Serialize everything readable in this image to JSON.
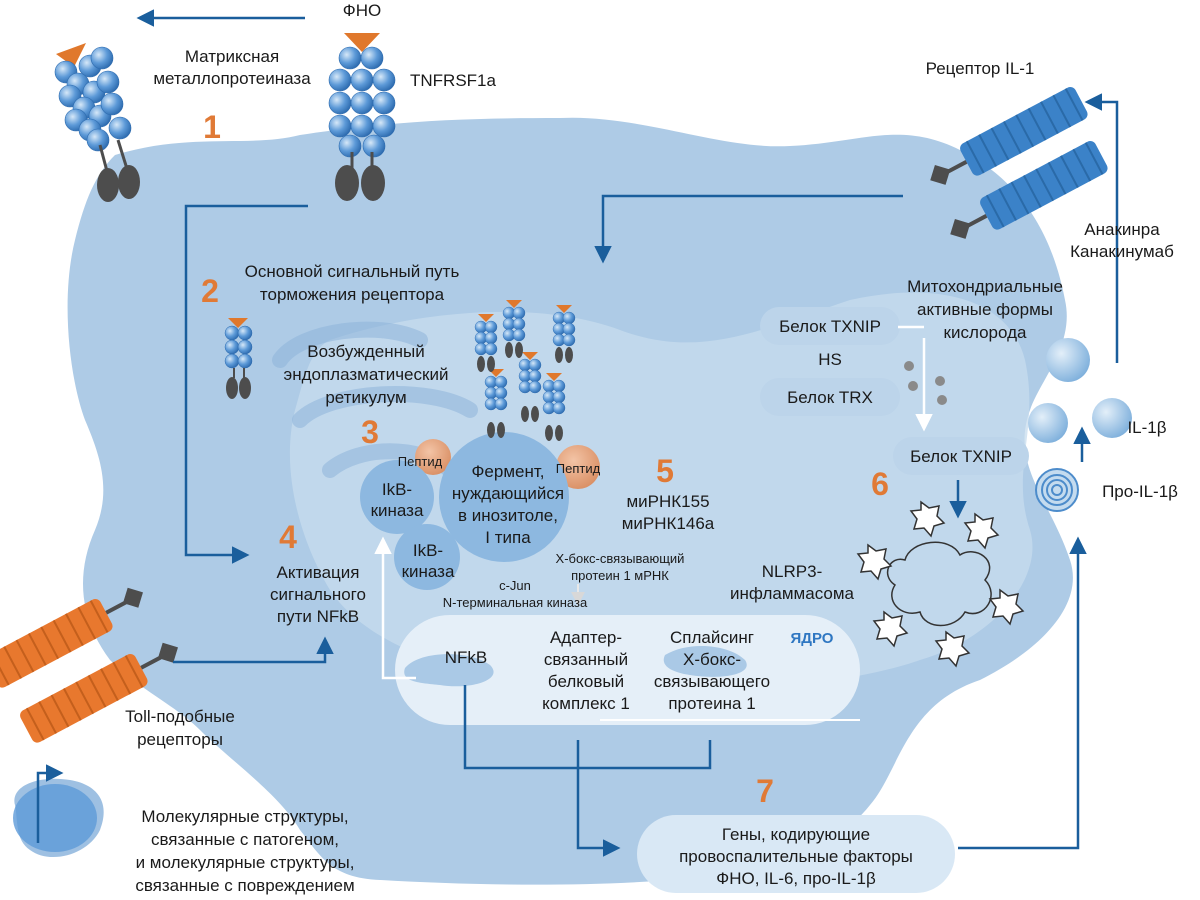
{
  "colors": {
    "cell_body": "#aecbe6",
    "cell_light": "#c7dcee",
    "nucleus": "#e5eff8",
    "pill": "#bcd4ea",
    "arrow": "#1a5e9c",
    "receptor_blue": "#3b82c8",
    "receptor_orange": "#e8782e",
    "ligand": "#e0782c",
    "stalk": "#4d4d4d",
    "peptide": "#e3a07a",
    "step_number": "#e07a36",
    "nucleus_label": "#2f77c2"
  },
  "labels": {
    "fno": "ФНО",
    "mmp_line1": "Матриксная",
    "mmp_line2": "металлопротеиназа",
    "tnfrsf1a": "TNFRSF1a",
    "il1_receptor": "Рецептор IL-1",
    "anakinra": "Анакинра",
    "canakinumab": "Канакинумаб",
    "main_path_line1": "Основной сигнальный путь",
    "main_path_line2": "торможения рецептора",
    "er_line1": "Возбужденный",
    "er_line2": "эндоплазматический",
    "er_line3": "ретикулум",
    "mito_line1": "Митохондриальные",
    "mito_line2": "активные формы",
    "mito_line3": "кислорода",
    "txnip_top": "Белок TXNIP",
    "hs": "HS",
    "trx": "Белок TRX",
    "txnip_bottom": "Белок TXNIP",
    "il1b": "IL-1β",
    "pro_il1b": "Про-IL-1β",
    "peptide_left": "Пептид",
    "peptide_right": "Пептид",
    "ikb_a_line1": "IkB-",
    "ikb_a_line2": "киназа",
    "ikb_b_line1": "IkB-",
    "ikb_b_line2": "киназа",
    "enzyme_line1": "Фермент,",
    "enzyme_line2": "нуждающийся",
    "enzyme_line3": "в инозитоле,",
    "enzyme_line4": "I типа",
    "mirna_line1": "миРНК155",
    "mirna_line2": "миРНК146а",
    "xbox_mrna_line1": "Х-бокс-связывающий",
    "xbox_mrna_line2": "протеин 1 мРНК",
    "jnk_line1": "c-Jun",
    "jnk_line2": "N-терминальная киназа",
    "nfkb_act_line1": "Активация",
    "nfkb_act_line2": "сигнального",
    "nfkb_act_line3": "пути NFkB",
    "nlrp3_line1": "NLRP3-",
    "nlrp3_line2": "инфламмасома",
    "nfkb": "NFkB",
    "adapter_line1": "Адаптер-",
    "adapter_line2": "связанный",
    "adapter_line3": "белковый",
    "adapter_line4": "комплекс 1",
    "splicing_line1": "Сплайсинг",
    "splicing_line2": "Х-бокс-",
    "splicing_line3": "связывающего",
    "splicing_line4": "протеина 1",
    "nucleus": "ЯДРО",
    "tlr_line1": "Toll-подобные",
    "tlr_line2": "рецепторы",
    "pamp_line1": "Молекулярные структуры,",
    "pamp_line2": "связанные с патогеном,",
    "pamp_line3": "и молекулярные структуры,",
    "pamp_line4": "связанные с повреждением",
    "genes_line1": "Гены, кодирующие",
    "genes_line2": "провоспалительные факторы",
    "genes_line3": "ФНО, IL-6, про-IL-1β"
  },
  "steps": [
    "1",
    "2",
    "3",
    "4",
    "5",
    "6",
    "7"
  ]
}
